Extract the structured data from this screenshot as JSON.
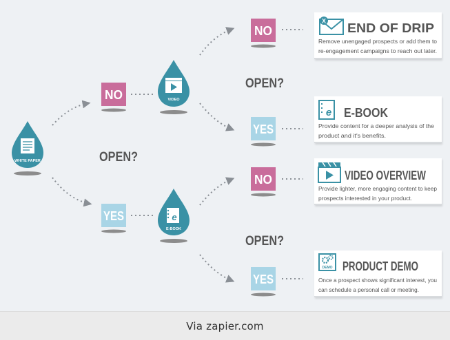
{
  "colors": {
    "drop": "#3a91a5",
    "no_box": "#c96d9b",
    "yes_box": "#a9d5e6",
    "arrow": "#8a8f95",
    "text_dark": "#555555",
    "card_bg": "#ffffff"
  },
  "nodes": {
    "white_paper": {
      "label": "WHITE PAPER",
      "icon": "document-icon"
    },
    "video": {
      "label": "VIDEO",
      "icon": "video-icon"
    },
    "ebook": {
      "label": "E-BOOK",
      "icon": "ebook-icon"
    }
  },
  "decisions": {
    "open_main": "OPEN?",
    "open_video": "OPEN?",
    "open_ebook": "OPEN?"
  },
  "answers": {
    "no": "NO",
    "yes": "YES"
  },
  "outcomes": [
    {
      "title": "END OF DRIP",
      "icon": "envelope-x-icon",
      "description_lines": [
        "Remove unengaged prospects or add them to",
        "re-engagement campaigns to reach out later."
      ]
    },
    {
      "title": "E-BOOK",
      "icon": "ebook-icon",
      "description_lines": [
        "Provide content for a deeper analysis of the",
        "product and it's benefits."
      ]
    },
    {
      "title": "VIDEO OVERVIEW",
      "icon": "video-icon",
      "description_lines": [
        "Provide lighter, more engaging content to keep",
        "prospects interested in your product."
      ]
    },
    {
      "title": "PRODUCT DEMO",
      "icon": "demo-gear-icon",
      "icon_label": "DEMO",
      "description_lines": [
        "Once a prospect shows significant interest, you",
        "can schedule a personal call or meeting."
      ]
    }
  ],
  "caption": "Via zapier.com"
}
